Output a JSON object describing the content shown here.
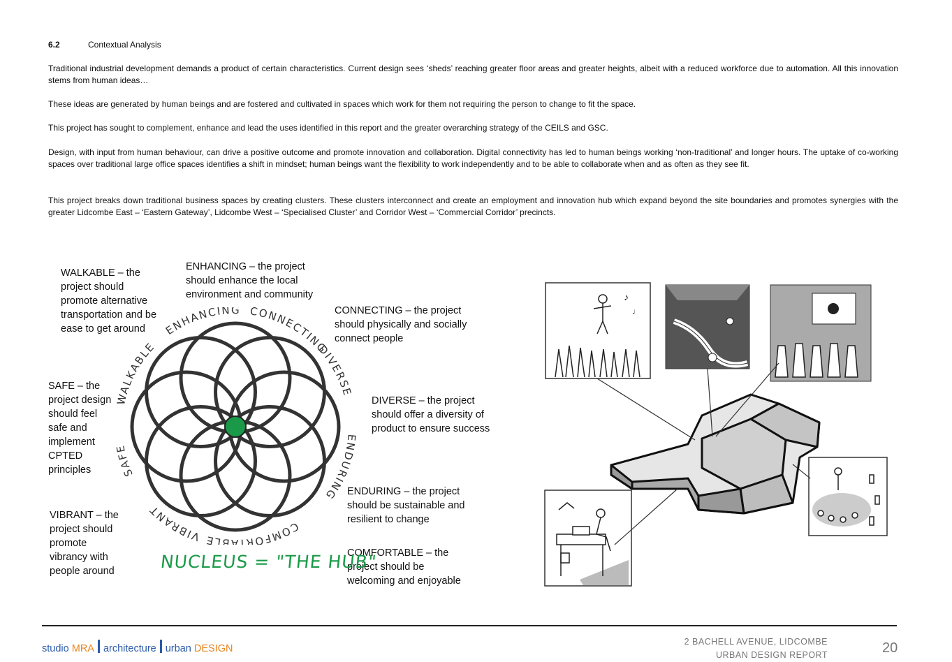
{
  "section": {
    "number": "6.2",
    "title": "Contextual Analysis"
  },
  "paragraphs": [
    "Traditional industrial development demands a product of certain characteristics.  Current design sees ‘sheds’ reaching greater floor areas and greater heights, albeit with a reduced workforce due to automation. All this innovation stems from human ideas…",
    "These ideas are generated by human beings and are fostered and cultivated in spaces which work for them not requiring the person to change to fit the space.",
    "This project has sought to complement, enhance and lead the uses identified in this report and the greater overarching strategy of the CEILS and GSC.",
    "Design, with input from human behaviour, can drive a positive outcome and promote innovation and collaboration.  Digital connectivity has led to human beings working ‘non-traditional’ and longer hours.  The uptake of co-working spaces over traditional large office spaces identifies a shift in mindset; human beings want the flexibility to work independently and to be able to collaborate when and as often as they see fit.",
    "This project breaks down traditional business spaces by creating clusters.  These clusters interconnect and create an employment and innovation hub which expand beyond the site boundaries and promotes synergies with the greater Lidcombe East – ‘Eastern Gateway’, Lidcombe West – ‘Specialised Cluster’ and Corridor West – ‘Commercial Corridor’ precincts."
  ],
  "principles": {
    "walkable": "WALKABLE – the project should promote alternative transportation and be ease to get around",
    "enhancing": "ENHANCING – the project should enhance the local environment and community",
    "connecting": "CONNECTING – the project should physically and socially connect people",
    "diverse": "DIVERSE – the project should offer a diversity of product to ensure success",
    "enduring": "ENDURING – the project should be sustainable and resilient to change",
    "comfortable": "COMFORTABLE – the project should be welcoming and enjoyable",
    "safe": "SAFE – the project design should feel safe and implement CPTED principles",
    "vibrant": "VIBRANT – the project should promote vibrancy with people around"
  },
  "diagram": {
    "ring_words": [
      "ENHANCING",
      "CONNECTING",
      "DIVERSE",
      "ENDURING",
      "COMFORTABLE",
      "VIBRANT",
      "SAFE",
      "WALKABLE"
    ],
    "hub_label": "NUCLEUS = \"THE HUB\"",
    "hub_color": "#1a9a48"
  },
  "footer": {
    "brand_studio": "studio",
    "brand_mra": "MRA",
    "brand_architecture": "architecture",
    "brand_urban": "urban",
    "brand_design": "DESIGN",
    "address": "2 BACHELL AVENUE, LIDCOMBE",
    "report": "URBAN DESIGN REPORT",
    "page": "20"
  },
  "colors": {
    "brand_blue": "#2b5aa8",
    "brand_orange": "#e8851e",
    "hub_green": "#1a9a48"
  }
}
